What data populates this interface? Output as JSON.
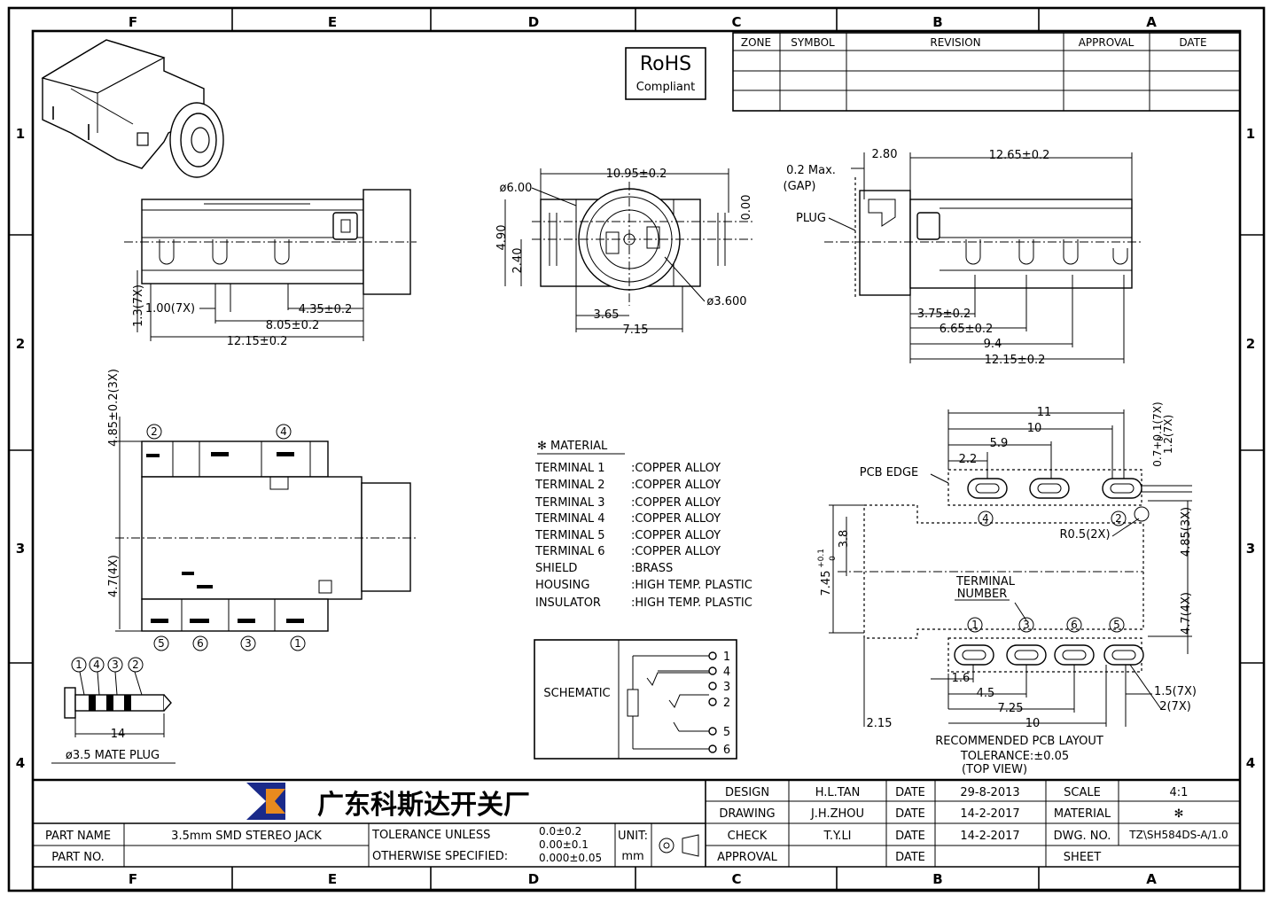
{
  "zones_top": [
    "F",
    "E",
    "D",
    "C",
    "B",
    "A"
  ],
  "rows_side": [
    "1",
    "2",
    "3",
    "4"
  ],
  "revision_table": {
    "headers": [
      "ZONE",
      "SYMBOL",
      "REVISION",
      "APPROVAL",
      "DATE"
    ]
  },
  "rohs": {
    "line1": "RoHS",
    "line2": "Compliant"
  },
  "front_view": {
    "width": "10.95±0.2",
    "dia_outer": "ø6.00",
    "height": "4.90",
    "half_height": "2.40",
    "zero": "0.00",
    "dia_inner": "ø3.600",
    "left_offset": "3.65",
    "bottom_width": "7.15"
  },
  "side_view_left": {
    "pitch": "1.00(7X)",
    "vert": "1.3(7X)",
    "d1": "4.35±0.2",
    "d2": "8.05±0.2",
    "total": "12.15±0.2"
  },
  "side_view_right": {
    "plug_gap": "2.80",
    "length": "12.65±0.2",
    "gap_label1": "0.2 Max.",
    "gap_label2": "(GAP)",
    "plug": "PLUG",
    "d1": "3.75±0.2",
    "d2": "6.65±0.2",
    "d3": "9.4",
    "total": "12.15±0.2"
  },
  "bottom_view": {
    "vert_top": "4.85±0.2(3X)",
    "vert_bottom": "4.7(4X)",
    "top_terminals": [
      "2",
      "4"
    ],
    "bottom_terminals": [
      "5",
      "6",
      "3",
      "1"
    ]
  },
  "mate_plug": {
    "terminals": [
      "1",
      "4",
      "3",
      "2"
    ],
    "length": "14",
    "label": "ø3.5 MATE PLUG"
  },
  "material": {
    "title": "✻ MATERIAL",
    "rows": [
      {
        "part": "TERMINAL 1",
        "mat": ":COPPER ALLOY"
      },
      {
        "part": "TERMINAL 2",
        "mat": ":COPPER ALLOY"
      },
      {
        "part": "TERMINAL 3",
        "mat": ":COPPER ALLOY"
      },
      {
        "part": "TERMINAL 4",
        "mat": ":COPPER ALLOY"
      },
      {
        "part": "TERMINAL 5",
        "mat": ":COPPER ALLOY"
      },
      {
        "part": "TERMINAL 6",
        "mat": ":COPPER ALLOY"
      },
      {
        "part": "SHIELD",
        "mat": ":BRASS"
      },
      {
        "part": "HOUSING",
        "mat": ":HIGH TEMP. PLASTIC"
      },
      {
        "part": "INSULATOR",
        "mat": ":HIGH TEMP. PLASTIC"
      }
    ]
  },
  "schematic": {
    "label": "SCHEMATIC",
    "pins": [
      "1",
      "4",
      "3",
      "2",
      "5",
      "6"
    ]
  },
  "pcb_layout": {
    "d11": "11",
    "d10": "10",
    "d59": "5.9",
    "d22": "2.2",
    "pcb_edge": "PCB EDGE",
    "tol_a": "0.7+0.1(7X)",
    "tol_a_small": "0",
    "d12": "1.2(7X)",
    "r05": "R0.5(2X)",
    "d485": "4.85(3X)",
    "d47": "4.7(4X)",
    "d745": "7.45",
    "d745_tol": "+0.1",
    "d745_tol2": "0",
    "d38": "3.8",
    "term_num_1": "TERMINAL",
    "term_num_2": "NUMBER",
    "top_pins": [
      "4",
      "2"
    ],
    "bottom_pins": [
      "1",
      "3",
      "6",
      "5"
    ],
    "d16": "1.6",
    "d45": "4.5",
    "d725": "7.25",
    "d10b": "10",
    "d215": "2.15",
    "d15": "1.5(7X)",
    "d2": "2(7X)",
    "title": "RECOMMENDED PCB LAYOUT",
    "tolerance": "TOLERANCE:±0.05",
    "view": "(TOP VIEW)"
  },
  "title_block": {
    "company": "广东科斯达开关厂",
    "part_name_label": "PART NAME",
    "part_name": "3.5mm SMD STEREO JACK",
    "part_no_label": "PART NO.",
    "part_no": "",
    "tolerance_label1": "TOLERANCE UNLESS",
    "tolerance_label2": "OTHERWISE SPECIFIED:",
    "tol1": "0.0±0.2",
    "tol2": "0.00±0.1",
    "tol3": "0.000±0.05",
    "unit_label": "UNIT:",
    "unit": "mm",
    "design_label": "DESIGN",
    "design": "H.L.TAN",
    "design_date_label": "DATE",
    "design_date": "29-8-2013",
    "drawing_label": "DRAWING",
    "drawing": "J.H.ZHOU",
    "drawing_date_label": "DATE",
    "drawing_date": "14-2-2017",
    "check_label": "CHECK",
    "check": "T.Y.LI",
    "check_date_label": "DATE",
    "check_date": "14-2-2017",
    "approval_label": "APPROVAL",
    "approval": "",
    "approval_date_label": "DATE",
    "approval_date": "",
    "scale_label": "SCALE",
    "scale": "4:1",
    "material_label": "MATERIAL",
    "material": "✻",
    "dwg_label": "DWG. NO.",
    "dwg": "TZ\\SH584DS-A/1.0",
    "sheet_label": "SHEET",
    "sheet": ""
  }
}
